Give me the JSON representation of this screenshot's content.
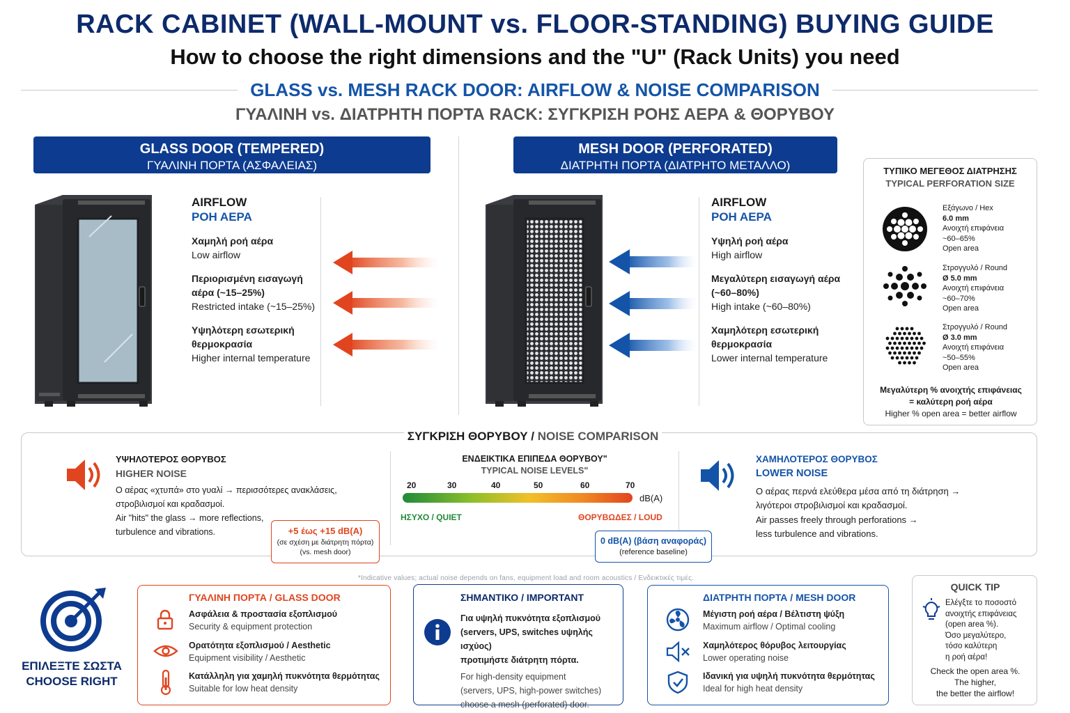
{
  "header": {
    "title": "RACK CABINET (WALL-MOUNT vs. FLOOR-STANDING) BUYING GUIDE",
    "subtitle": "How to choose the right dimensions and the \"U\" (Rack Units) you need",
    "section_title": "GLASS vs. MESH RACK DOOR: AIRFLOW & NOISE COMPARISON",
    "section_title_gr": "ΓΥΑΛΙΝΗ vs. ΔΙΑΤΡΗΤΗ ΠΟΡΤΑ RACK: ΣΥΓΚΡΙΣΗ ΡΟΗΣ ΑΕΡΑ & ΘΟΡΥΒΟΥ"
  },
  "glass": {
    "banner_en": "GLASS DOOR (TEMPERED)",
    "banner_gr": "ΓΥΑΛΙΝΗ ΠΟΡΤΑ (ΑΣΦΑΛΕΙΑΣ)",
    "airflow_en": "AIRFLOW",
    "airflow_gr": "ΡΟΗ ΑΕΡΑ",
    "p1_gr": "Χαμηλή ροή αέρα",
    "p1_en": "Low airflow",
    "p2_gr": "Περιορισμένη εισαγωγή αέρα (~15–25%)",
    "p2_en": "Restricted intake (~15–25%)",
    "p3_gr": "Υψηλότερη εσωτερική θερμοκρασία",
    "p3_en": "Higher internal temperature",
    "color": "#e0451f"
  },
  "mesh": {
    "banner_en": "MESH DOOR (PERFORATED)",
    "banner_gr": "ΔΙΑΤΡΗΤΗ ΠΟΡΤΑ (ΔΙΑΤΡΗΤΟ ΜΕΤΑΛΛΟ)",
    "airflow_en": "AIRFLOW",
    "airflow_gr": "ΡΟΗ ΑΕΡΑ",
    "p1_gr": "Υψηλή ροή αέρα",
    "p1_en": "High airflow",
    "p2_gr": "Μεγαλύτερη εισαγωγή αέρα (~60–80%)",
    "p2_en": "High intake (~60–80%)",
    "p3_gr": "Χαμηλότερη εσωτερική θερμοκρασία",
    "p3_en": "Lower internal temperature",
    "color": "#1454a8"
  },
  "perforation": {
    "title_gr": "ΤΥΠΙΚΟ ΜΕΓΕΘΟΣ ΔΙΑΤΡΗΣΗΣ",
    "title_en": "TYPICAL PERFORATION SIZE",
    "items": [
      {
        "type": "Εξάγωνο / Hex",
        "size": "6.0 mm",
        "open_gr": "Ανοιχτή επιφάνεια",
        "open_val": "~60–65%",
        "open_en": "Open area",
        "icon": "hex-pattern-icon"
      },
      {
        "type": "Στρογγυλό / Round",
        "size": "Ø 5.0 mm",
        "open_gr": "Ανοιχτή επιφάνεια",
        "open_val": "~60–70%",
        "open_en": "Open area",
        "icon": "round-5mm-pattern-icon"
      },
      {
        "type": "Στρογγυλό / Round",
        "size": "Ø 3.0 mm",
        "open_gr": "Ανοιχτή επιφάνεια",
        "open_val": "~50–55%",
        "open_en": "Open area",
        "icon": "round-3mm-pattern-icon"
      }
    ],
    "note_gr_1": "Μεγαλύτερη % ανοιχτής επιφάνειας",
    "note_gr_2": "= καλύτερη ροή αέρα",
    "note_en": "Higher % open area = better airflow"
  },
  "noise": {
    "title_gr": "ΣΥΓΚΡΙΣΗ ΘΟΡΥΒΟΥ",
    "title_sep": "/",
    "title_en": "NOISE COMPARISON",
    "left": {
      "h_gr": "ΥΨΗΛΟΤΕΡΟΣ ΘΟΡΥΒΟΣ",
      "h_en": "HIGHER NOISE",
      "t1": "Ο αέρας «χτυπά» στο γυαλί → περισσότερες ανακλάσεις,",
      "t2": "στροβιλισμοί και κραδασμοί.",
      "t3": "Air \"hits\" the glass → more reflections,",
      "t4": "turbulence and vibrations.",
      "badge_1": "+5 έως +15 dB(A)",
      "badge_2": "(σε σχέση με διάτρητη πόρτα)",
      "badge_3": "(vs. mesh door)"
    },
    "scale": {
      "title_gr": "ΕΝΔΕΙΚΤΙΚΑ ΕΠΙΠΕΔΑ ΘΟΡΥΒΟΥ\"",
      "title_en": "TYPICAL NOISE LEVELS\"",
      "ticks": [
        "20",
        "30",
        "40",
        "50",
        "60",
        "70"
      ],
      "unit": "dB(A)",
      "quiet": "ΗΣΥΧΟ / QUIET",
      "loud": "ΘΟΡΥΒΩΔΕΣ / LOUD"
    },
    "right": {
      "h_gr": "ΧΑΜΗΛΟΤΕΡΟΣ ΘΟΡΥΒΟΣ",
      "h_en": "LOWER NOISE",
      "t1": "Ο αέρας περνά ελεύθερα μέσα από τη διάτρηση →",
      "t2": "λιγότεροι στροβιλισμοί και κραδασμοί.",
      "t3": "Air passes freely through perforations →",
      "t4": "less turbulence and vibrations.",
      "badge_1": "0 dB(A) (βάση αναφοράς)",
      "badge_2": "(reference baseline)"
    }
  },
  "footnote": "*Indicative values; actual noise depends on fans, equipment load and room acoustics / Ενδεικτικές τιμές.",
  "choose": {
    "l1": "ΕΠΙΛΕΞΤΕ ΣΩΣΤΑ",
    "l2": "CHOOSE RIGHT"
  },
  "card_glass": {
    "title": "ΓΥΑΛΙΝΗ ΠΟΡΤΑ / GLASS DOOR",
    "items": [
      {
        "gr": "Ασφάλεια & προστασία εξοπλισμού",
        "en": "Security & equipment protection",
        "icon": "lock-icon"
      },
      {
        "gr": "Ορατότητα εξοπλισμού / Aesthetic",
        "en": "Equipment visibility / Aesthetic",
        "icon": "eye-icon"
      },
      {
        "gr": "Κατάλληλη για χαμηλή πυκνότητα θερμότητας",
        "en": "Suitable for low heat density",
        "icon": "thermometer-icon"
      }
    ]
  },
  "card_important": {
    "title": "ΣΗΜΑΝΤΙΚΟ / IMPORTANT",
    "gr_1": "Για υψηλή πυκνότητα εξοπλισμού",
    "gr_2": "(servers, UPS, switches υψηλής ισχύος)",
    "gr_3": "προτιμήστε διάτρητη πόρτα.",
    "en_1": "For high-density equipment",
    "en_2": "(servers, UPS, high-power switches)",
    "en_3": "choose a mesh (perforated) door."
  },
  "card_mesh": {
    "title": "ΔΙΑΤΡΗΤΗ ΠΟΡΤΑ / MESH DOOR",
    "items": [
      {
        "gr": "Μέγιστη ροή αέρα / Βέλτιστη ψύξη",
        "en": "Maximum airflow / Optimal cooling",
        "icon": "fan-icon"
      },
      {
        "gr": "Χαμηλότερος θόρυβος λειτουργίας",
        "en": "Lower operating noise",
        "icon": "mute-icon"
      },
      {
        "gr": "Ιδανική για υψηλή πυκνότητα θερμότητας",
        "en": "Ideal for high heat density",
        "icon": "shield-check-icon"
      }
    ]
  },
  "tip": {
    "title": "QUICK TIP",
    "gr_1": "Ελέγξτε το ποσοστό",
    "gr_2": "ανοιχτής επιφάνειας",
    "gr_3": "(open area %).",
    "gr_4": "Όσο μεγαλύτερο,",
    "gr_5": "τόσο καλύτερη",
    "gr_6": "η ροή αέρα!",
    "en_1": "Check the open area %.",
    "en_2": "The higher,",
    "en_3": "the better the airflow!"
  }
}
